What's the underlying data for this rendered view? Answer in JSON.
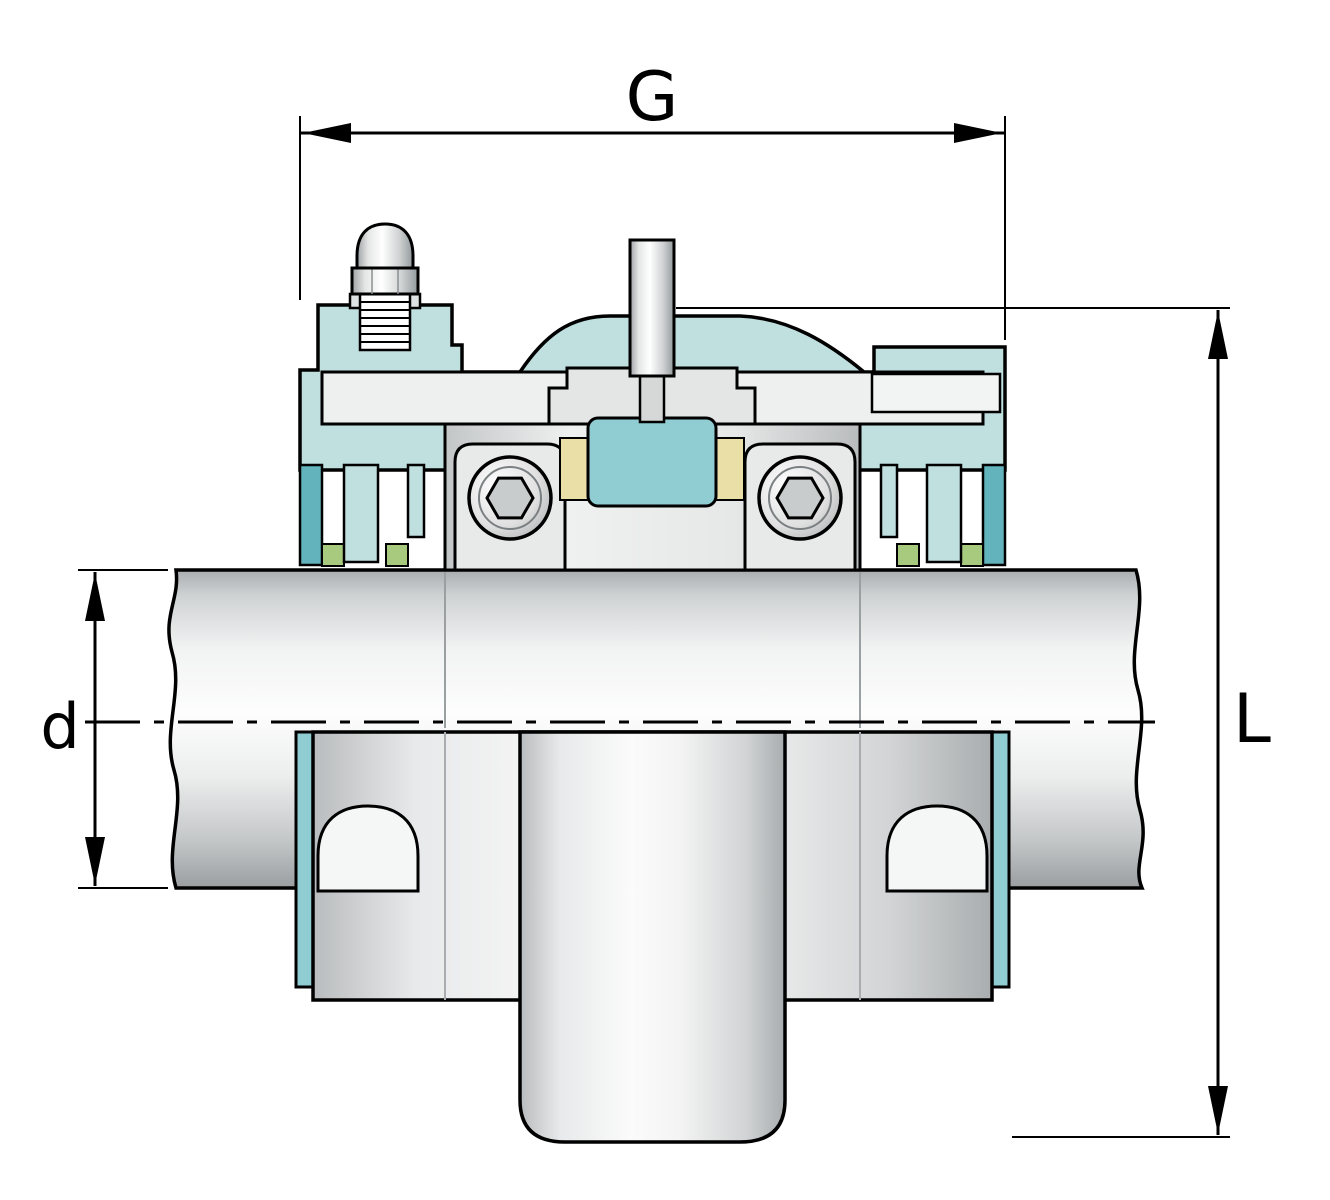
{
  "figure": {
    "labels": {
      "width": "G",
      "shaft_diameter": "d",
      "height": "L"
    }
  },
  "colors": {
    "background": "#ffffff",
    "line": "#000000",
    "housing_teal": "#bfe0df",
    "housing_teal_medium": "#8fcdd2",
    "housing_teal_dark": "#62b3bc",
    "metal_light": "#f5f6f6",
    "metal_mid": "#d8dadb",
    "metal_dark": "#a8abad",
    "seal_green": "#a8ca7e",
    "cage_tan": "#eadfa6"
  }
}
